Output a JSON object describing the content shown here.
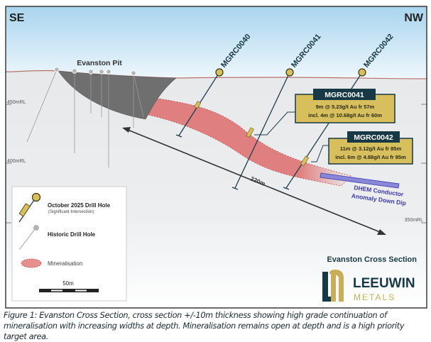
{
  "directions": {
    "left": "SE",
    "right": "NW"
  },
  "pit_label": "Evanston Pit",
  "rl_labels": [
    "450mRL",
    "400mRL",
    "350mRL"
  ],
  "drill_holes": [
    {
      "id": "MGRC0040"
    },
    {
      "id": "MGRC0041"
    },
    {
      "id": "MGRC0042"
    }
  ],
  "intercepts": [
    {
      "hole": "MGRC0041",
      "line1": "9m @ 5.23g/t Au fr 57m",
      "line2": "incl. 4m @ 10.68g/t Au fr 60m"
    },
    {
      "hole": "MGRC0042",
      "line1": "11m @ 3.12g/t Au fr 85m",
      "line2": "incl. 6m @ 4.88g/t Au fr 85m"
    }
  ],
  "distance_label": "220m",
  "dhem": {
    "line1": "DHEM Conductor",
    "line2": "Anomaly Down Dip"
  },
  "legend": {
    "new_hole": "October 2025 Drill Hole",
    "new_hole_sub": "(Significant Intersection)",
    "historic_hole": "Historic Drill Hole",
    "mineralisation": "Mineralisation",
    "scale": "50m"
  },
  "section_title": "Evanston Cross Section",
  "logo": {
    "name": "LEEUWIN",
    "sub": "METALS"
  },
  "caption": "Figure 1: Evanston Cross Section, cross section +/-10m thickness showing high grade continuation of mineralisation with increasing widths at depth. Mineralisation remains open at depth and is a high priority target area.",
  "colors": {
    "navy": "#173845",
    "gold": "#d7bf5e",
    "mineral": "#e07f7f",
    "dhem": "#3b3aa8",
    "logo_gold": "#c9ae5a"
  }
}
